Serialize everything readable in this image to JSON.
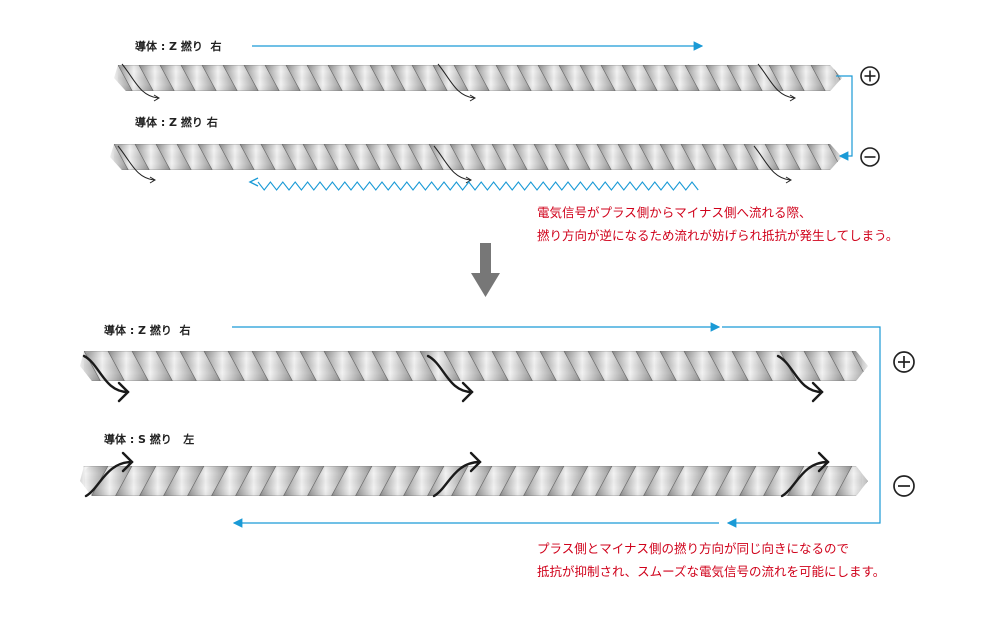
{
  "top": {
    "conductor1_label": "導体 : Z 撚り  右",
    "conductor2_label": "導体 : Z 撚り 右",
    "plus_symbol": "⊕",
    "minus_symbol": "⊖",
    "note_line1": "電気信号がプラス側からマイナス側へ流れる際、",
    "note_line2": "撚り方向が逆になるため流れが妨げられ抵抗が発生してしまう。"
  },
  "bottom": {
    "conductor1_label": "導体 : Z 撚り  右",
    "conductor2_label": "導体 : S 撚り   左",
    "plus_symbol": "⊕",
    "minus_symbol": "⊖",
    "note_line1": "プラス側とマイナス側の撚り方向が同じ向きになるので",
    "note_line2": "抵抗が抑制され、スムーズな電気信号の流れを可能にします。"
  },
  "colors": {
    "flow_line": "#1a9ad6",
    "note_text": "#d0021b",
    "down_arrow": "#777777",
    "strand_light": "#f2f2f2",
    "strand_dark": "#7d7d7d"
  },
  "icons": [
    "down-arrow-icon",
    "twist-arrow-icon",
    "plus-circle-icon",
    "minus-circle-icon"
  ]
}
